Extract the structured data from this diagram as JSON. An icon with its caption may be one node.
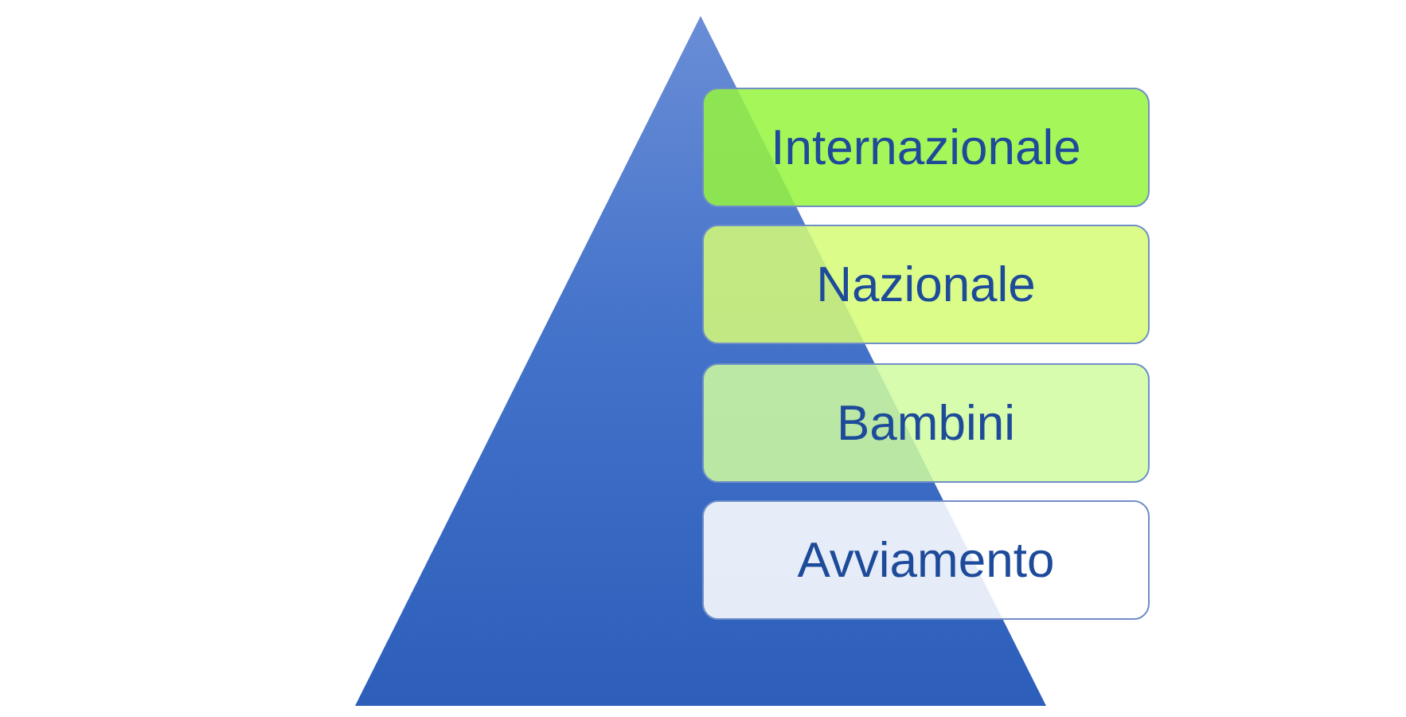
{
  "diagram": {
    "nodes": [
      {
        "text": [],
        "shape": "triangle"
      },
      {
        "text": [
          "Internazionale"
        ]
      },
      {
        "text": [
          "Nazionale"
        ]
      },
      {
        "text": [
          "Bambini"
        ]
      },
      {
        "text": [
          "Avviamento"
        ]
      }
    ]
  }
}
